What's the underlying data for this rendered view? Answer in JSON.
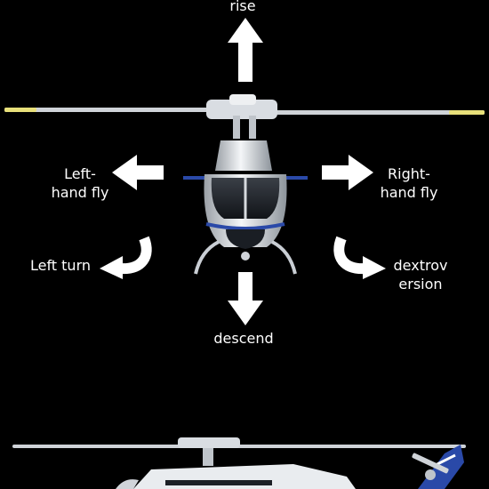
{
  "labels": {
    "rise": "rise",
    "left_fly_1": "Left-",
    "left_fly_2": "hand fly",
    "right_fly_1": "Right-",
    "right_fly_2": "hand fly",
    "left_turn": "Left turn",
    "dextro_1": "dextrov",
    "dextro_2": "ersion",
    "descend": "descend"
  },
  "colors": {
    "background": "#000000",
    "arrow": "#ffffff",
    "helicopter_body": "#e9ecef",
    "helicopter_stripe": "#2a49a8"
  },
  "icons": {
    "up": "arrow-up-icon",
    "down": "arrow-down-icon",
    "left": "arrow-left-icon",
    "right": "arrow-right-icon",
    "turn_left": "curved-arrow-left-icon",
    "turn_right": "curved-arrow-right-icon"
  }
}
